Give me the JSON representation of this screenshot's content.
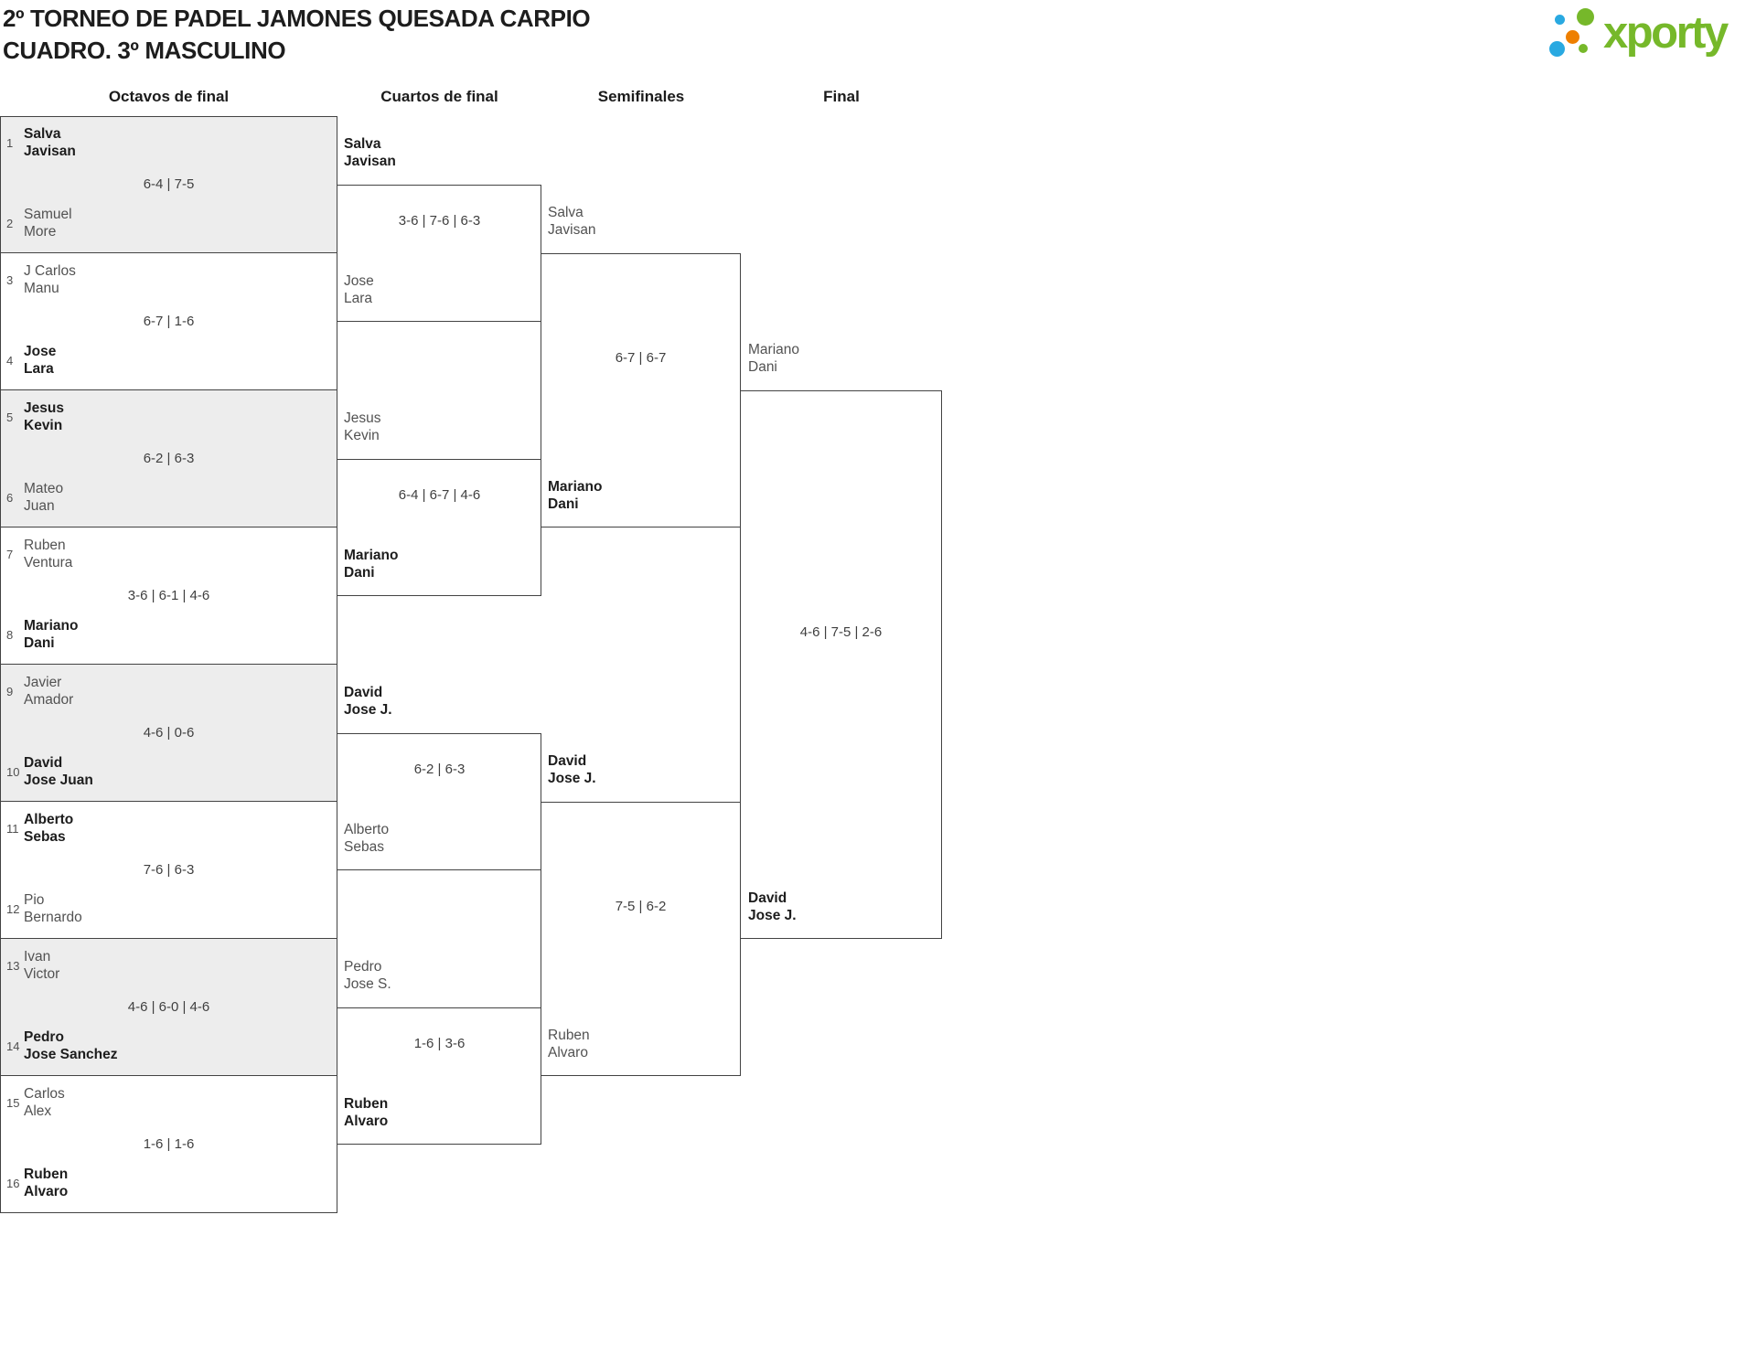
{
  "header": {
    "title_line1": "2º TORNEO DE PADEL JAMONES QUESADA CARPIO",
    "title_line2": "CUADRO. 3º MASCULINO"
  },
  "logo": {
    "text": "xporty"
  },
  "round_headers": [
    {
      "label": "Octavos de final"
    },
    {
      "label": "Cuartos de final"
    },
    {
      "label": "Semifinales"
    },
    {
      "label": "Final"
    }
  ],
  "colors": {
    "border": "#434343",
    "shaded_box": "#ededed",
    "winner_text": "#1d1d1d",
    "loser_text": "#525252",
    "score_text": "#3f3f3f",
    "seed_text": "#4f4f4f",
    "logo_green": "#76b82a",
    "logo_blue": "#29a9e1",
    "logo_orange": "#ee7f00"
  },
  "bracket": {
    "octavos": [
      {
        "seed1": "1",
        "team1": {
          "p1": "Salva",
          "p2": "Javisan",
          "winner": true
        },
        "seed2": "2",
        "team2": {
          "p1": "Samuel",
          "p2": "More",
          "winner": false
        },
        "score": "6-4 | 7-5",
        "shaded": true
      },
      {
        "seed1": "3",
        "team1": {
          "p1": "J Carlos",
          "p2": "Manu",
          "winner": false
        },
        "seed2": "4",
        "team2": {
          "p1": "Jose",
          "p2": "Lara",
          "winner": true
        },
        "score": "6-7 | 1-6",
        "shaded": false
      },
      {
        "seed1": "5",
        "team1": {
          "p1": "Jesus",
          "p2": "Kevin",
          "winner": true
        },
        "seed2": "6",
        "team2": {
          "p1": "Mateo",
          "p2": "Juan",
          "winner": false
        },
        "score": "6-2 | 6-3",
        "shaded": true
      },
      {
        "seed1": "7",
        "team1": {
          "p1": "Ruben",
          "p2": "Ventura",
          "winner": false
        },
        "seed2": "8",
        "team2": {
          "p1": "Mariano",
          "p2": "Dani",
          "winner": true
        },
        "score": "3-6 | 6-1 | 4-6",
        "shaded": false
      },
      {
        "seed1": "9",
        "team1": {
          "p1": "Javier",
          "p2": "Amador",
          "winner": false
        },
        "seed2": "10",
        "team2": {
          "p1": "David",
          "p2": "Jose Juan",
          "winner": true
        },
        "score": "4-6 | 0-6",
        "shaded": true
      },
      {
        "seed1": "11",
        "team1": {
          "p1": "Alberto",
          "p2": "Sebas",
          "winner": true
        },
        "seed2": "12",
        "team2": {
          "p1": "Pio",
          "p2": "Bernardo",
          "winner": false
        },
        "score": "7-6 | 6-3",
        "shaded": false
      },
      {
        "seed1": "13",
        "team1": {
          "p1": "Ivan",
          "p2": "Victor",
          "winner": false
        },
        "seed2": "14",
        "team2": {
          "p1": "Pedro",
          "p2": "Jose Sanchez",
          "winner": true
        },
        "score": "4-6 | 6-0 | 4-6",
        "shaded": true
      },
      {
        "seed1": "15",
        "team1": {
          "p1": "Carlos",
          "p2": "Alex",
          "winner": false
        },
        "seed2": "16",
        "team2": {
          "p1": "Ruben",
          "p2": "Alvaro",
          "winner": true
        },
        "score": "1-6 | 1-6",
        "shaded": false
      }
    ],
    "cuartos": [
      {
        "team1": {
          "p1": "Salva",
          "p2": "Javisan",
          "winner": true
        },
        "team2": {
          "p1": "Jose",
          "p2": "Lara",
          "winner": false
        },
        "score": "3-6 | 7-6 | 6-3"
      },
      {
        "team1": {
          "p1": "Jesus",
          "p2": "Kevin",
          "winner": false
        },
        "team2": {
          "p1": "Mariano",
          "p2": "Dani",
          "winner": true
        },
        "score": "6-4 | 6-7 | 4-6"
      },
      {
        "team1": {
          "p1": "David",
          "p2": "Jose J.",
          "winner": true
        },
        "team2": {
          "p1": "Alberto",
          "p2": "Sebas",
          "winner": false
        },
        "score": "6-2 | 6-3"
      },
      {
        "team1": {
          "p1": "Pedro",
          "p2": "Jose S.",
          "winner": false
        },
        "team2": {
          "p1": "Ruben",
          "p2": "Alvaro",
          "winner": true
        },
        "score": "1-6 | 3-6"
      }
    ],
    "semifinales": [
      {
        "team1": {
          "p1": "Salva",
          "p2": "Javisan",
          "winner": false
        },
        "team2": {
          "p1": "Mariano",
          "p2": "Dani",
          "winner": true
        },
        "score": "6-7 | 6-7"
      },
      {
        "team1": {
          "p1": "David",
          "p2": "Jose J.",
          "winner": true
        },
        "team2": {
          "p1": "Ruben",
          "p2": "Alvaro",
          "winner": false
        },
        "score": "7-5 | 6-2"
      }
    ],
    "final": [
      {
        "team1": {
          "p1": "Mariano",
          "p2": "Dani",
          "winner": false
        },
        "team2": {
          "p1": "David",
          "p2": "Jose J.",
          "winner": true
        },
        "score": "4-6 | 7-5 | 2-6"
      }
    ]
  }
}
